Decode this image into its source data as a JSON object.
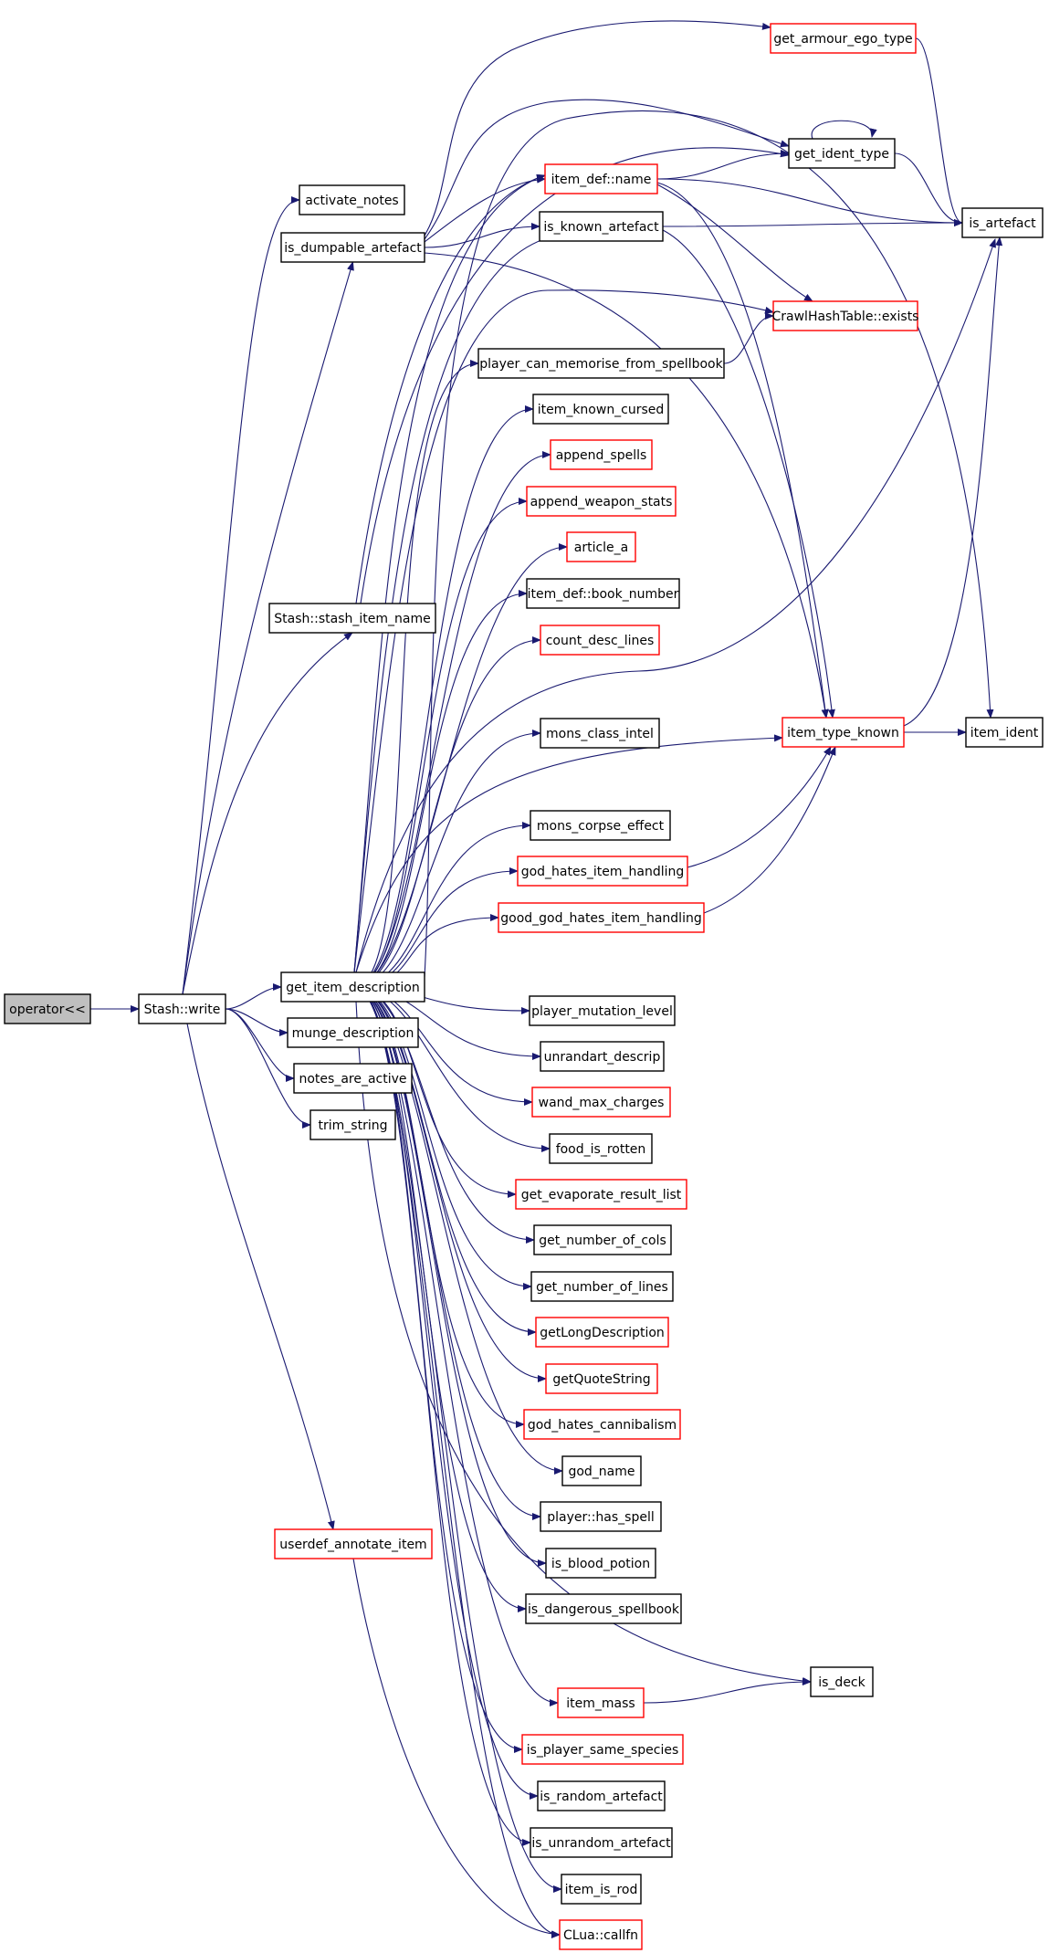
{
  "colors": {
    "edge": "#191970",
    "linked_border": "#000000",
    "truncated_border": "#ff0000",
    "root_fill": "#bfbfbf",
    "node_fill": "#ffffff"
  },
  "nodes": [
    {
      "id": "operator_lt",
      "label": "operator<<",
      "kind": "root"
    },
    {
      "id": "stash_write",
      "label": "Stash::write",
      "kind": "normal"
    },
    {
      "id": "activate_notes",
      "label": "activate_notes",
      "kind": "normal"
    },
    {
      "id": "is_dumpable_artefact",
      "label": "is_dumpable_artefact",
      "kind": "normal"
    },
    {
      "id": "stash_item_name",
      "label": "Stash::stash_item_name",
      "kind": "normal"
    },
    {
      "id": "get_item_description",
      "label": "get_item_description",
      "kind": "normal"
    },
    {
      "id": "munge_description",
      "label": "munge_description",
      "kind": "normal"
    },
    {
      "id": "notes_are_active",
      "label": "notes_are_active",
      "kind": "normal"
    },
    {
      "id": "trim_string",
      "label": "trim_string",
      "kind": "normal"
    },
    {
      "id": "userdef_annotate_item",
      "label": "userdef_annotate_item",
      "kind": "truncated"
    },
    {
      "id": "get_armour_ego_type",
      "label": "get_armour_ego_type",
      "kind": "truncated"
    },
    {
      "id": "get_ident_type",
      "label": "get_ident_type",
      "kind": "normal"
    },
    {
      "id": "item_def_name",
      "label": "item_def::name",
      "kind": "truncated"
    },
    {
      "id": "is_known_artefact",
      "label": "is_known_artefact",
      "kind": "normal"
    },
    {
      "id": "is_artefact",
      "label": "is_artefact",
      "kind": "normal"
    },
    {
      "id": "crawlhashtable_exists",
      "label": "CrawlHashTable::exists",
      "kind": "truncated"
    },
    {
      "id": "player_can_memorise",
      "label": "player_can_memorise_from_spellbook",
      "kind": "normal"
    },
    {
      "id": "item_known_cursed",
      "label": "item_known_cursed",
      "kind": "normal"
    },
    {
      "id": "append_spells",
      "label": "append_spells",
      "kind": "truncated"
    },
    {
      "id": "append_weapon_stats",
      "label": "append_weapon_stats",
      "kind": "truncated"
    },
    {
      "id": "article_a",
      "label": "article_a",
      "kind": "truncated"
    },
    {
      "id": "item_def_book_number",
      "label": "item_def::book_number",
      "kind": "normal"
    },
    {
      "id": "count_desc_lines",
      "label": "count_desc_lines",
      "kind": "truncated"
    },
    {
      "id": "mons_class_intel",
      "label": "mons_class_intel",
      "kind": "normal"
    },
    {
      "id": "item_type_known",
      "label": "item_type_known",
      "kind": "truncated"
    },
    {
      "id": "item_ident",
      "label": "item_ident",
      "kind": "normal"
    },
    {
      "id": "mons_corpse_effect",
      "label": "mons_corpse_effect",
      "kind": "normal"
    },
    {
      "id": "god_hates_item_handling",
      "label": "god_hates_item_handling",
      "kind": "truncated"
    },
    {
      "id": "good_god_hates_item_handling",
      "label": "good_god_hates_item_handling",
      "kind": "truncated"
    },
    {
      "id": "player_mutation_level",
      "label": "player_mutation_level",
      "kind": "normal"
    },
    {
      "id": "unrandart_descrip",
      "label": "unrandart_descrip",
      "kind": "normal"
    },
    {
      "id": "wand_max_charges",
      "label": "wand_max_charges",
      "kind": "truncated"
    },
    {
      "id": "food_is_rotten",
      "label": "food_is_rotten",
      "kind": "normal"
    },
    {
      "id": "get_evaporate_result_list",
      "label": "get_evaporate_result_list",
      "kind": "truncated"
    },
    {
      "id": "get_number_of_cols",
      "label": "get_number_of_cols",
      "kind": "normal"
    },
    {
      "id": "get_number_of_lines",
      "label": "get_number_of_lines",
      "kind": "normal"
    },
    {
      "id": "getLongDescription",
      "label": "getLongDescription",
      "kind": "truncated"
    },
    {
      "id": "getQuoteString",
      "label": "getQuoteString",
      "kind": "truncated"
    },
    {
      "id": "god_hates_cannibalism",
      "label": "god_hates_cannibalism",
      "kind": "truncated"
    },
    {
      "id": "god_name",
      "label": "god_name",
      "kind": "normal"
    },
    {
      "id": "player_has_spell",
      "label": "player::has_spell",
      "kind": "normal"
    },
    {
      "id": "is_blood_potion",
      "label": "is_blood_potion",
      "kind": "normal"
    },
    {
      "id": "is_dangerous_spellbook",
      "label": "is_dangerous_spellbook",
      "kind": "normal"
    },
    {
      "id": "is_deck",
      "label": "is_deck",
      "kind": "normal"
    },
    {
      "id": "item_mass",
      "label": "item_mass",
      "kind": "truncated"
    },
    {
      "id": "is_player_same_species",
      "label": "is_player_same_species",
      "kind": "truncated"
    },
    {
      "id": "is_random_artefact",
      "label": "is_random_artefact",
      "kind": "normal"
    },
    {
      "id": "is_unrandom_artefact",
      "label": "is_unrandom_artefact",
      "kind": "normal"
    },
    {
      "id": "item_is_rod",
      "label": "item_is_rod",
      "kind": "normal"
    },
    {
      "id": "clua_callfn",
      "label": "CLua::callfn",
      "kind": "truncated"
    }
  ],
  "edges": [
    [
      "operator_lt",
      "stash_write"
    ],
    [
      "stash_write",
      "activate_notes"
    ],
    [
      "stash_write",
      "is_dumpable_artefact"
    ],
    [
      "stash_write",
      "stash_item_name"
    ],
    [
      "stash_write",
      "get_item_description"
    ],
    [
      "stash_write",
      "munge_description"
    ],
    [
      "stash_write",
      "notes_are_active"
    ],
    [
      "stash_write",
      "trim_string"
    ],
    [
      "stash_write",
      "userdef_annotate_item"
    ],
    [
      "is_dumpable_artefact",
      "get_armour_ego_type"
    ],
    [
      "is_dumpable_artefact",
      "get_ident_type"
    ],
    [
      "is_dumpable_artefact",
      "item_def_name"
    ],
    [
      "is_dumpable_artefact",
      "is_known_artefact"
    ],
    [
      "is_dumpable_artefact",
      "item_type_known"
    ],
    [
      "stash_item_name",
      "item_def_name"
    ],
    [
      "get_item_description",
      "item_ident"
    ],
    [
      "get_item_description",
      "item_def_name"
    ],
    [
      "get_item_description",
      "is_known_artefact"
    ],
    [
      "get_item_description",
      "crawlhashtable_exists"
    ],
    [
      "get_item_description",
      "player_can_memorise"
    ],
    [
      "get_item_description",
      "item_known_cursed"
    ],
    [
      "get_item_description",
      "append_spells"
    ],
    [
      "get_item_description",
      "append_weapon_stats"
    ],
    [
      "get_item_description",
      "article_a"
    ],
    [
      "get_item_description",
      "item_def_book_number"
    ],
    [
      "get_item_description",
      "count_desc_lines"
    ],
    [
      "get_item_description",
      "is_artefact"
    ],
    [
      "get_item_description",
      "mons_class_intel"
    ],
    [
      "get_item_description",
      "item_type_known"
    ],
    [
      "get_item_description",
      "mons_corpse_effect"
    ],
    [
      "get_item_description",
      "god_hates_item_handling"
    ],
    [
      "get_item_description",
      "good_god_hates_item_handling"
    ],
    [
      "get_item_description",
      "player_mutation_level"
    ],
    [
      "get_item_description",
      "unrandart_descrip"
    ],
    [
      "get_item_description",
      "wand_max_charges"
    ],
    [
      "get_item_description",
      "food_is_rotten"
    ],
    [
      "get_item_description",
      "get_evaporate_result_list"
    ],
    [
      "get_item_description",
      "get_number_of_cols"
    ],
    [
      "get_item_description",
      "get_number_of_lines"
    ],
    [
      "get_item_description",
      "getLongDescription"
    ],
    [
      "get_item_description",
      "getQuoteString"
    ],
    [
      "get_item_description",
      "god_hates_cannibalism"
    ],
    [
      "get_item_description",
      "god_name"
    ],
    [
      "get_item_description",
      "player_has_spell"
    ],
    [
      "get_item_description",
      "is_blood_potion"
    ],
    [
      "get_item_description",
      "is_dangerous_spellbook"
    ],
    [
      "get_item_description",
      "is_deck"
    ],
    [
      "get_item_description",
      "item_mass"
    ],
    [
      "get_item_description",
      "is_player_same_species"
    ],
    [
      "get_item_description",
      "is_random_artefact"
    ],
    [
      "get_item_description",
      "is_unrandom_artefact"
    ],
    [
      "get_item_description",
      "item_is_rod"
    ],
    [
      "get_item_description",
      "clua_callfn"
    ],
    [
      "get_ident_type",
      "get_ident_type"
    ],
    [
      "get_ident_type",
      "is_artefact"
    ],
    [
      "get_armour_ego_type",
      "is_artefact"
    ],
    [
      "item_def_name",
      "get_ident_type"
    ],
    [
      "item_def_name",
      "is_artefact"
    ],
    [
      "item_def_name",
      "crawlhashtable_exists"
    ],
    [
      "item_def_name",
      "item_type_known"
    ],
    [
      "is_known_artefact",
      "is_artefact"
    ],
    [
      "is_known_artefact",
      "item_type_known"
    ],
    [
      "player_can_memorise",
      "crawlhashtable_exists"
    ],
    [
      "item_type_known",
      "item_ident"
    ],
    [
      "item_type_known",
      "is_artefact"
    ],
    [
      "god_hates_item_handling",
      "item_type_known"
    ],
    [
      "good_god_hates_item_handling",
      "item_type_known"
    ],
    [
      "item_mass",
      "is_deck"
    ],
    [
      "userdef_annotate_item",
      "clua_callfn"
    ],
    [
      "stash_item_name",
      "get_ident_type"
    ]
  ]
}
